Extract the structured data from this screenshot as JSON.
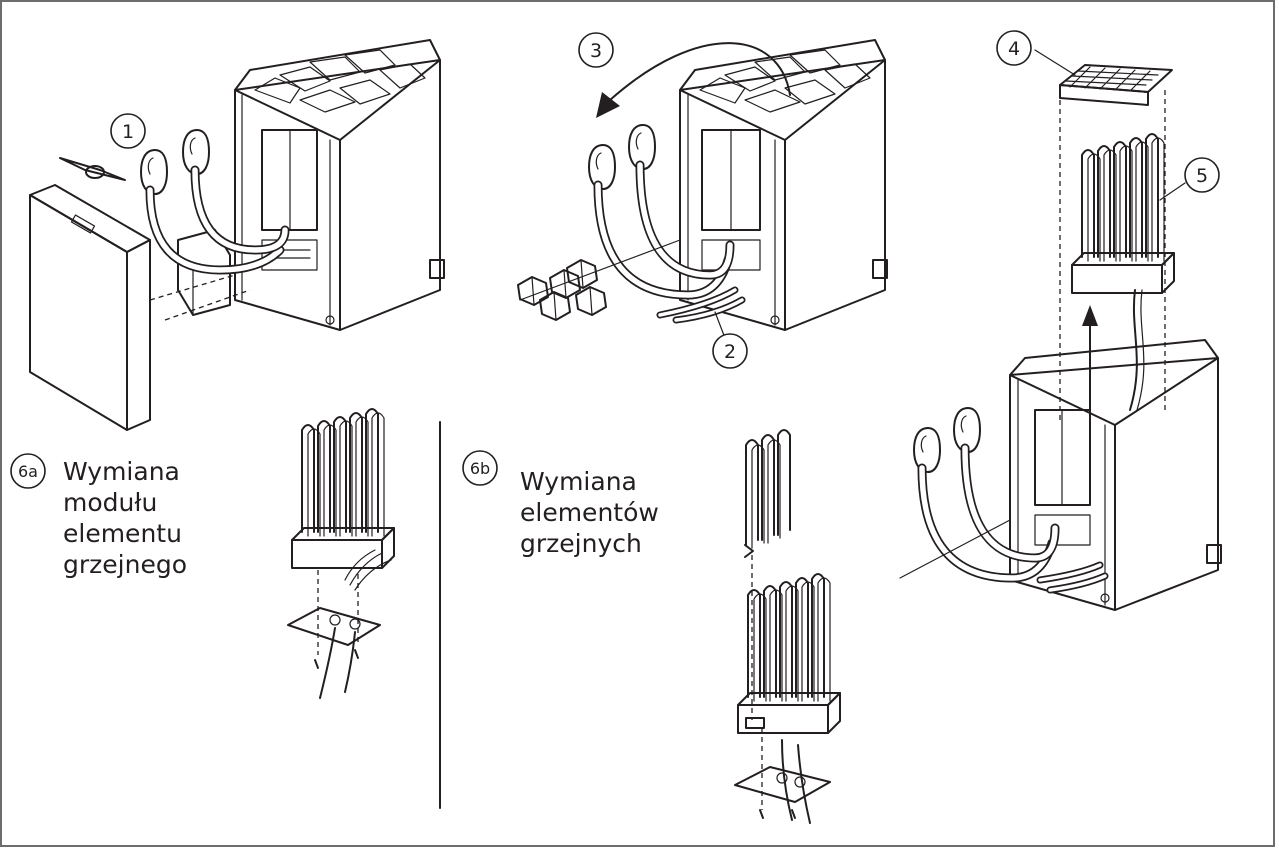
{
  "step_labels": {
    "s1": "1",
    "s2": "2",
    "s3": "3",
    "s4": "4",
    "s5": "5",
    "s6a": "6a",
    "s6b": "6b"
  },
  "captions": {
    "left": {
      "line1": "Wymiana",
      "line2": "modułu",
      "line3": "elementu",
      "line4": "grzejnego"
    },
    "right": {
      "line1": "Wymiana",
      "line2": "elementów",
      "line3": "grzejnych"
    }
  },
  "colors": {
    "line": "#231f20",
    "frame": "#6d6d6d",
    "background": "#ffffff"
  }
}
